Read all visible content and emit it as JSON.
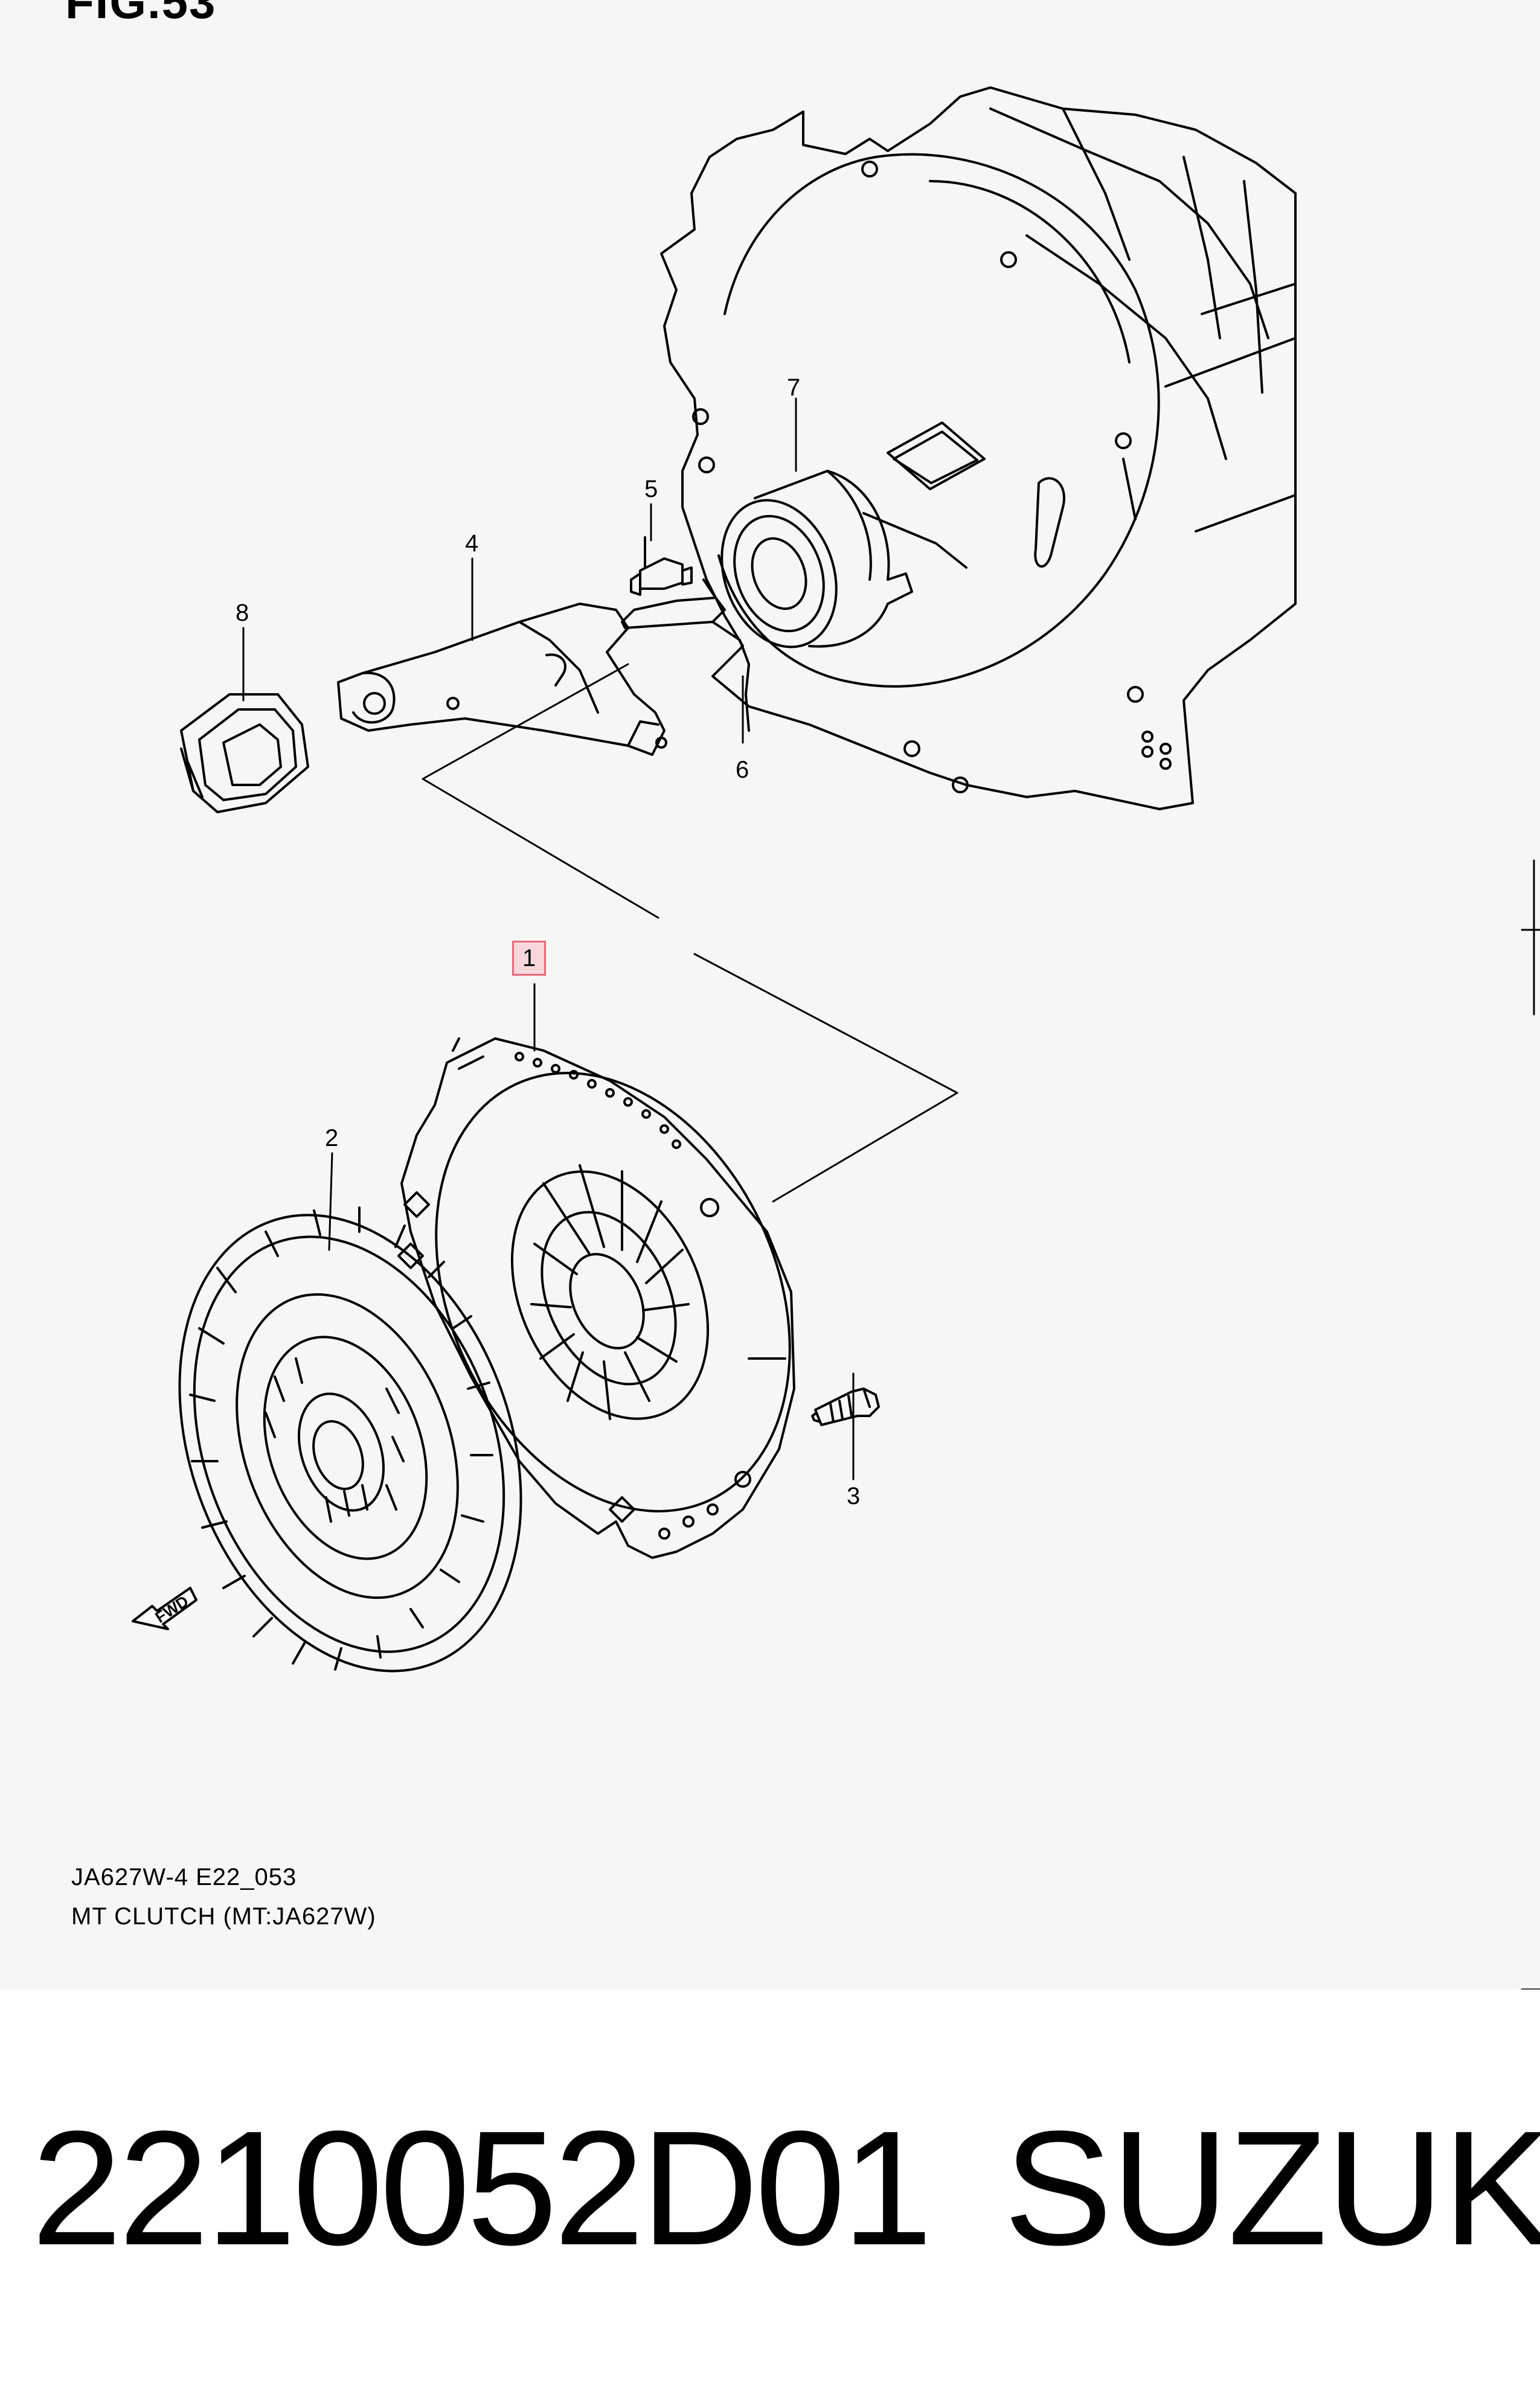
{
  "figure": {
    "title": "FIG.53"
  },
  "callouts": {
    "c1": "1",
    "c2": "2",
    "c3": "3",
    "c4": "4",
    "c5": "5",
    "c6": "6",
    "c7": "7",
    "c8": "8"
  },
  "caption": {
    "code": "JA627W-4 E22_053",
    "name": "MT CLUTCH (MT:JA627W)"
  },
  "fwd_label": "FWD",
  "footer": {
    "part_number": "2210052D01",
    "brand": "SUZUKI"
  },
  "colors": {
    "panel_bg": "#f6f6f6",
    "highlight_border": "#e46a7a",
    "highlight_fill": "#f7d7dc"
  }
}
